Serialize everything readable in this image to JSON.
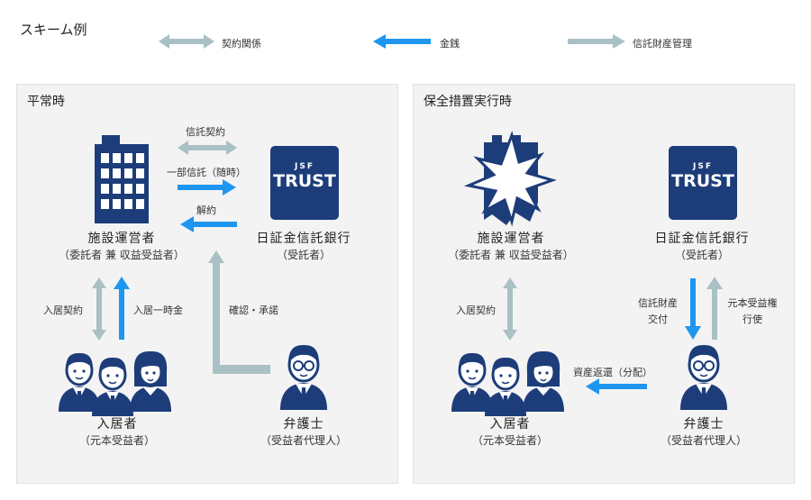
{
  "header": {
    "title": "スキーム例"
  },
  "legend": [
    {
      "label": "契約関係",
      "kind": "contract"
    },
    {
      "label": "金銭",
      "kind": "money"
    },
    {
      "label": "信託財産管理",
      "kind": "trust-management"
    }
  ],
  "colors": {
    "contract": "#a9c0c4",
    "money": "#1e96f0",
    "navy": "#1d3d7a",
    "panel": "#f3f3f3"
  },
  "normal": {
    "title": "平常時",
    "operator": {
      "name": "施設運営者",
      "sub": "（委託者 兼 収益受益者）",
      "icon": "building-icon"
    },
    "bank": {
      "name": "日証金信託銀行",
      "sub": "（受託者）",
      "logo_top": "JSF",
      "logo_main": "TRUST"
    },
    "residents": {
      "name": "入居者",
      "sub": "（元本受益者）",
      "icon": "people-icon"
    },
    "lawyer": {
      "name": "弁護士",
      "sub": "（受益者代理人）",
      "icon": "lawyer-icon"
    },
    "arrows": {
      "trust_contract": "信託契約",
      "partial_trust": "一部信託（随時）",
      "cancellation": "解約",
      "residence_contract": "入居契約",
      "lump_sum": "入居一時金",
      "confirmation": "確認・承諾"
    }
  },
  "protection": {
    "title": "保全措置実行時",
    "operator": {
      "name": "施設運営者",
      "sub": "（委託者 兼 収益受益者）",
      "icon": "collapsed-building-icon"
    },
    "bank": {
      "name": "日証金信託銀行",
      "sub": "（受託者）",
      "logo_top": "JSF",
      "logo_main": "TRUST"
    },
    "residents": {
      "name": "入居者",
      "sub": "（元本受益者）",
      "icon": "people-icon"
    },
    "lawyer": {
      "name": "弁護士",
      "sub": "（受益者代理人）",
      "icon": "lawyer-icon"
    },
    "arrows": {
      "residence_contract": "入居契約",
      "trust_delivery_1": "信託財産",
      "trust_delivery_2": "交付",
      "rights_exercise_1": "元本受益権",
      "rights_exercise_2": "行使",
      "repayment": "資産返還（分配）"
    }
  }
}
